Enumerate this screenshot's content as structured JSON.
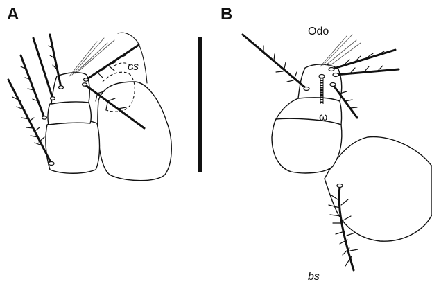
{
  "figure": {
    "panel_a": {
      "letter": "A",
      "label_cs": "cs"
    },
    "panel_b": {
      "letter": "B",
      "label_odo": "Odo",
      "label_omega": "ω",
      "label_bs": "bs"
    },
    "colors": {
      "line": "#111111",
      "background": "#ffffff"
    }
  }
}
